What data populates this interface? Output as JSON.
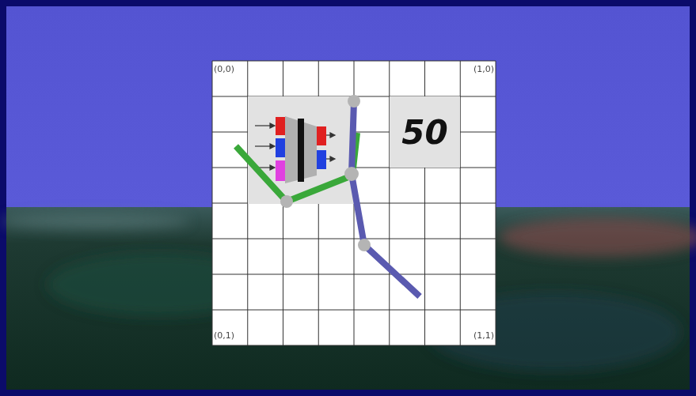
{
  "diagram": {
    "nodes": [
      {
        "text": [
          "50"
        ]
      }
    ],
    "labels": [
      "(0,0)",
      "(1,0)",
      "(0,1)",
      "(1,1)"
    ]
  }
}
